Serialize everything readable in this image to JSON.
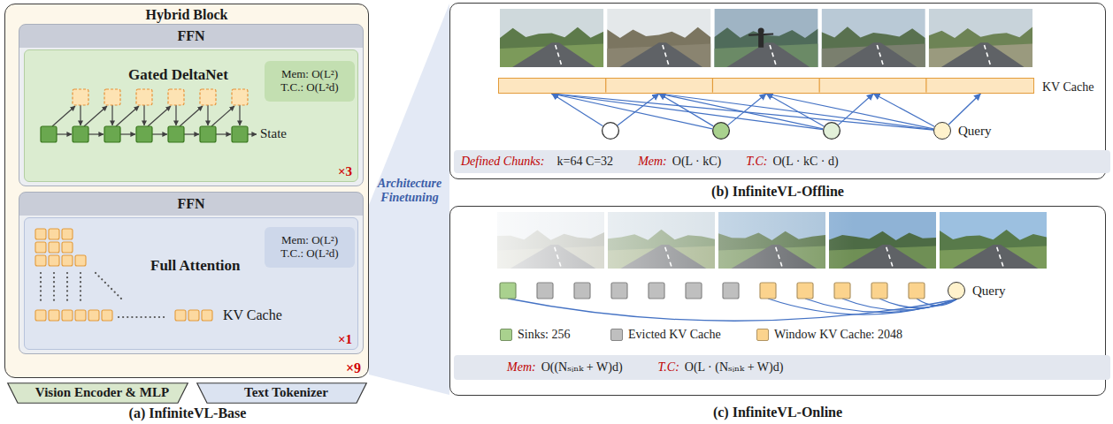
{
  "diagram": {
    "nodes": [
      {
        "text": [
          "Hybrid Block",
          "×9"
        ]
      },
      {
        "text": [
          "FFN"
        ],
        "in": 0
      },
      {
        "text": [
          "Gated DeltaNet",
          "State",
          "×3"
        ],
        "in": 1
      },
      {
        "text": [
          "Mem: O(L²)",
          "T.C.: O(L²d)"
        ],
        "in": 2
      },
      {
        "text": [
          "FFN"
        ],
        "in": 0
      },
      {
        "text": [
          "Full Attention",
          "KV Cache",
          "×1"
        ],
        "in": 4
      },
      {
        "text": [
          "Mem: O(L²)",
          "T.C.: O(L²d)"
        ],
        "in": 5
      },
      {
        "text": [
          "Vision Encoder & MLP"
        ]
      },
      {
        "text": [
          "Text Tokenizer"
        ]
      },
      {
        "text": [
          "(b) InfiniteVL-Offline"
        ]
      },
      {
        "text": [
          "KV Cache"
        ],
        "in": 9
      },
      {
        "text": [
          "Query"
        ],
        "in": 9
      },
      {
        "text": [
          "Defined Chunks:",
          "k=64 C=32",
          "Mem:",
          "O(L · kC)",
          "T.C:",
          "O(L · kC · d)"
        ],
        "in": 9
      },
      {
        "text": [
          "(c) InfiniteVL-Online"
        ]
      },
      {
        "text": [
          "Query"
        ],
        "in": 13
      },
      {
        "text": [
          "Mem:",
          "O((Nₛᵢₙₖ + W)d)",
          "T.C:",
          "O(L · (Nₛᵢₙₖ + W)d)"
        ],
        "in": 13
      }
    ],
    "edges": [
      {
        "from": 11,
        "to": 10,
        "arrow": "to"
      }
    ],
    "labels": [
      "(a) InfiniteVL-Base",
      "Architecture Finetuning"
    ],
    "legend": [
      {
        "text": "Sinks: 256",
        "color": "#a9d18e"
      },
      {
        "text": "Evicted KV Cache",
        "color": "#bfbfbf"
      },
      {
        "text": "Window KV Cache: 2048",
        "color": "#fbd38d"
      }
    ]
  }
}
